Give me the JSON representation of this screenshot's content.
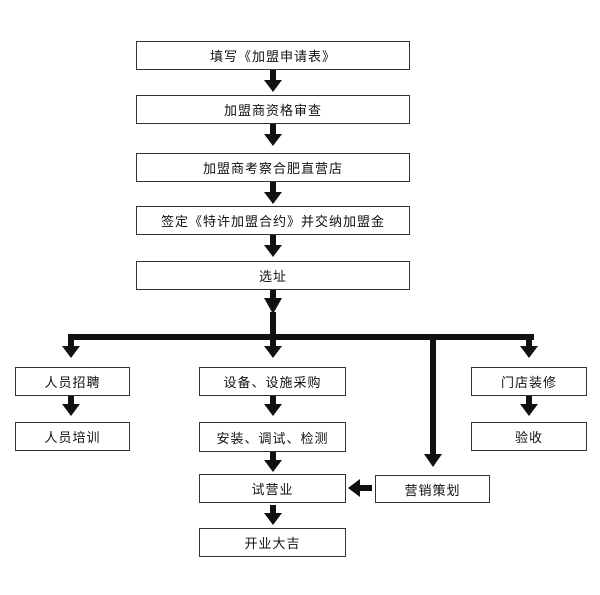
{
  "steps": {
    "fill_form": "填写《加盟申请表》",
    "qualification_review": "加盟商资格审查",
    "inspect_store": "加盟商考察合肥直营店",
    "sign_contract": "签定《特许加盟合约》并交纳加盟金",
    "site_selection": "选址",
    "recruitment": "人员招聘",
    "training": "人员培训",
    "equipment_purchase": "设备、设施采购",
    "installation": "安装、调试、检测",
    "trial_operation": "试营业",
    "grand_opening": "开业大吉",
    "marketing_plan": "营销策划",
    "store_decoration": "门店装修",
    "acceptance": "验收"
  }
}
